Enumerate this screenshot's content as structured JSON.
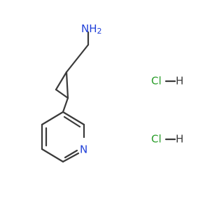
{
  "molecule": {
    "amine_label": "NH",
    "amine_sub": "2",
    "pyridine_n_label": "N",
    "salt": [
      {
        "cl": "Cl",
        "h": "H"
      },
      {
        "cl": "Cl",
        "h": "H"
      }
    ]
  },
  "colors": {
    "bond": "#3a3a3a",
    "nitrogen": "#1f3fd8",
    "chlorine": "#2a9d2a",
    "hydrogen": "#3a3a3a"
  }
}
